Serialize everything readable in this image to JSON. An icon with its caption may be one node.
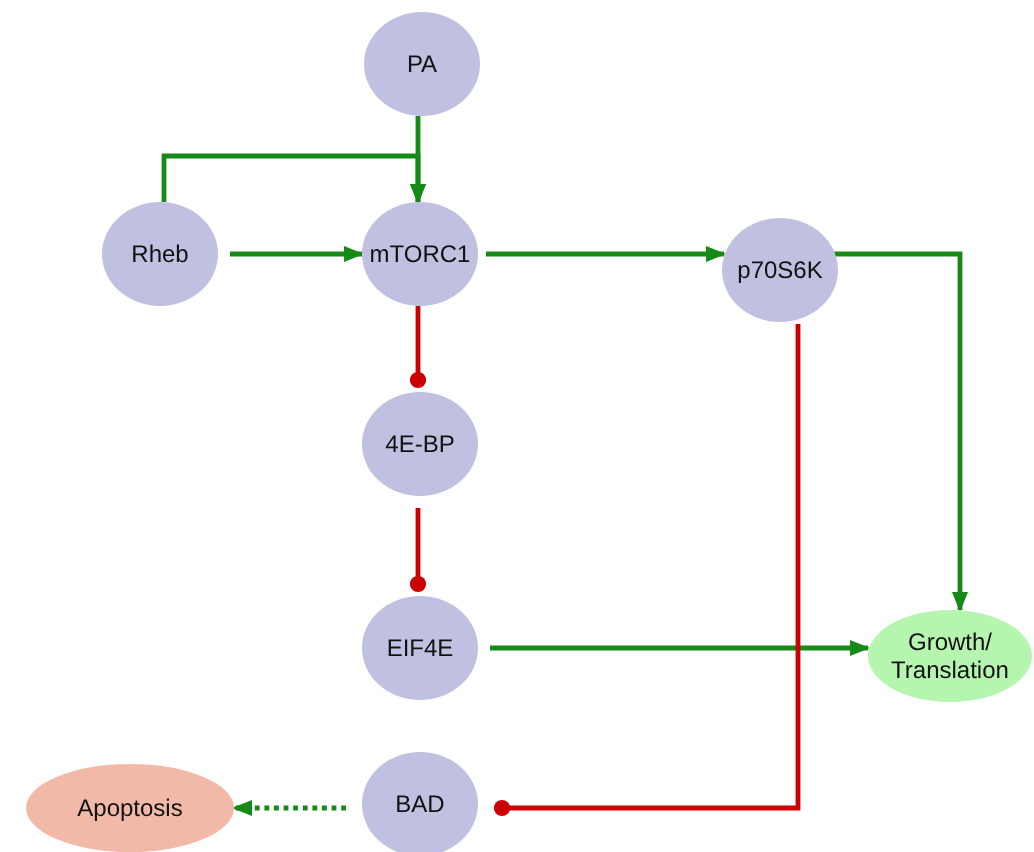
{
  "diagram": {
    "nodes": [
      {
        "text": [
          "PA"
        ]
      },
      {
        "text": [
          "Rheb"
        ]
      },
      {
        "text": [
          "mTORC1"
        ]
      },
      {
        "text": [
          "p70S6K"
        ]
      },
      {
        "text": [
          "4E-BP"
        ]
      },
      {
        "text": [
          "EIF4E"
        ]
      },
      {
        "text": [
          "Growth/ Translation"
        ]
      },
      {
        "text": [
          "Apoptosis"
        ]
      },
      {
        "text": [
          "BAD"
        ]
      }
    ],
    "edges": [
      {
        "from": 0,
        "to": 2,
        "arrow": "to"
      },
      {
        "from": 1,
        "to": 2,
        "arrow": "to"
      },
      {
        "from": 1,
        "to": 2,
        "arrow": "to"
      },
      {
        "from": 2,
        "to": 3,
        "arrow": "to"
      },
      {
        "from": 3,
        "to": 6,
        "arrow": "to"
      },
      {
        "from": 2,
        "to": 4,
        "arrow": "other",
        "color": "#cc0000"
      },
      {
        "from": 4,
        "to": 5,
        "arrow": "other",
        "color": "#cc0000"
      },
      {
        "from": 5,
        "to": 6,
        "arrow": "to"
      },
      {
        "from": 3,
        "to": 8,
        "arrow": "other",
        "color": "#cc0000"
      },
      {
        "from": 8,
        "to": 7,
        "arrow": "to",
        "style": "dashed"
      }
    ]
  }
}
